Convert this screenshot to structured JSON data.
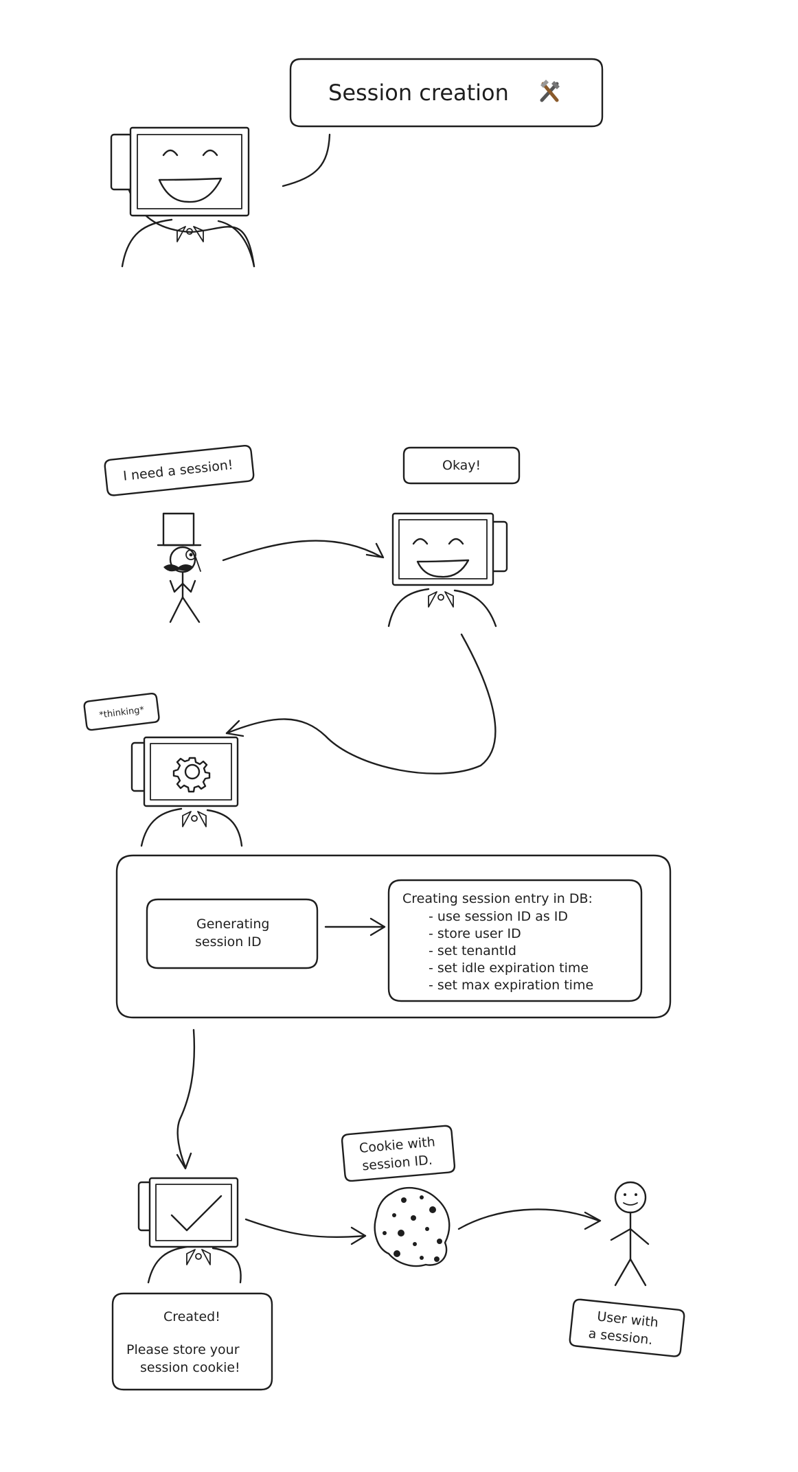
{
  "title": {
    "text": "Session creation",
    "emoji": "🛠️"
  },
  "bubbles": {
    "user_request": "I need a session!",
    "server_ok": "Okay!",
    "thinking": "*thinking*",
    "cookie": [
      "Cookie with",
      "session ID."
    ],
    "created": [
      "Created!",
      "Please store your",
      "session cookie!"
    ],
    "user_done": [
      "User with",
      "a session."
    ]
  },
  "process": {
    "generate": [
      "Generating",
      "session ID"
    ],
    "db_title": "Creating session entry in DB:",
    "db_steps": [
      "- use session ID as ID",
      "- store user ID",
      "- set tenantId",
      "- set idle expiration time",
      "- set max expiration time"
    ]
  },
  "colors": {
    "ink": "#1e1e1e",
    "paper": "#ffffff"
  }
}
